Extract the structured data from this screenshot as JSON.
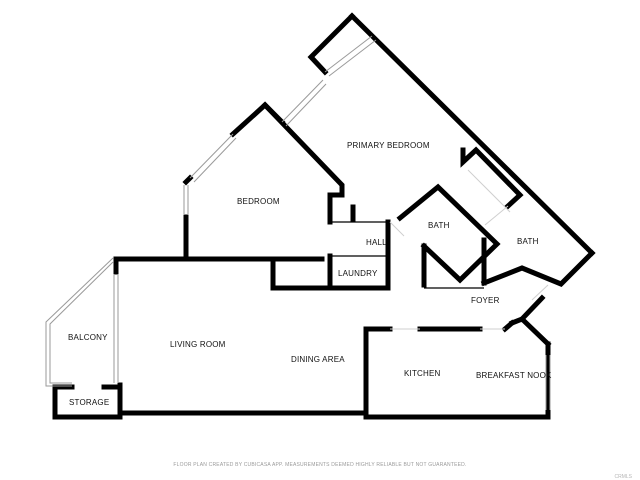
{
  "rooms": {
    "primary_bedroom": "PRIMARY BEDROOM",
    "bedroom": "BEDROOM",
    "bath_1": "BATH",
    "bath_2": "BATH",
    "hall": "HALL",
    "laundry": "LAUNDRY",
    "foyer": "FOYER",
    "balcony": "BALCONY",
    "living_room": "LIVING ROOM",
    "dining_area": "DINING AREA",
    "kitchen": "KITCHEN",
    "breakfast_nook": "BREAKFAST NOOK",
    "storage": "STORAGE"
  },
  "footer": "FLOOR PLAN CREATED BY CUBICASA APP. MEASUREMENTS DEEMED HIGHLY RELIABLE BUT NOT GUARANTEED.",
  "badge": "CRMLS"
}
